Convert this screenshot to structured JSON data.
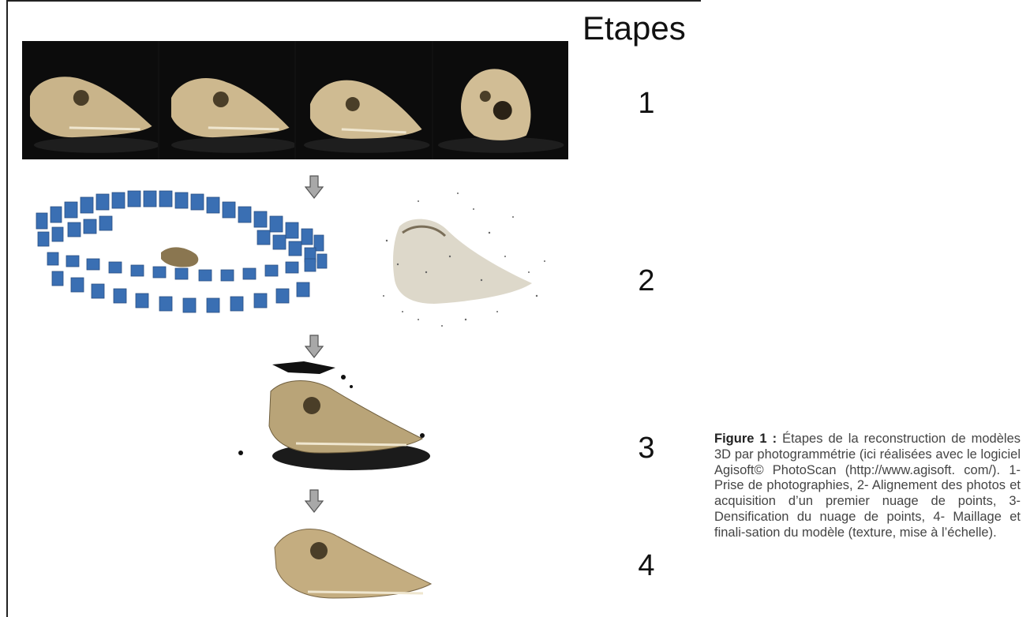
{
  "title": "Etapes",
  "stages": [
    "1",
    "2",
    "3",
    "4"
  ],
  "caption": {
    "label": "Figure 1 :",
    "text": "Étapes de la reconstruction de modèles 3D par photogrammétrie (ici réalisées avec le logiciel Agisoft© PhotoScan (http://www.agisoft. com/). 1- Prise de photographies, 2- Alignement des photos et acquisition d’un premier nuage de points, 3- Densification du nuage de points, 4- Maillage et finali-sation du modèle (texture, mise à l’échelle)."
  },
  "colors": {
    "camera_blue": "#3a6fb3",
    "bone": "#c9b48a",
    "bone_dark": "#8a7650",
    "photo_bg": "#0c0c0c",
    "arrow_gray": "#a8a8a8"
  }
}
